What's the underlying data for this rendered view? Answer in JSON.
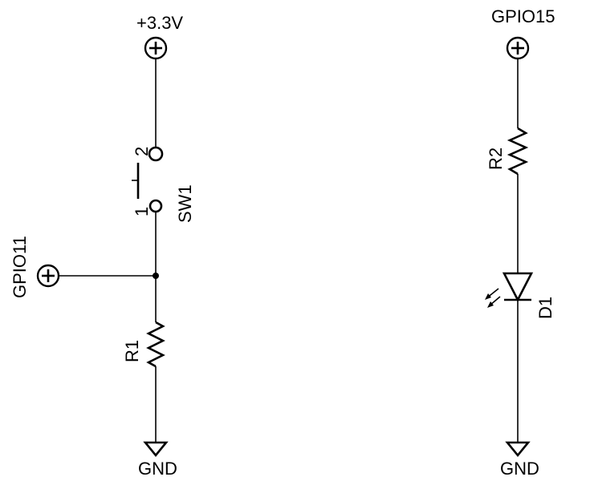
{
  "power": {
    "vcc_label": "+3.3V",
    "gpio15_label": "GPIO15",
    "gpio11_label": "GPIO11",
    "gnd_left_label": "GND",
    "gnd_right_label": "GND"
  },
  "switch": {
    "ref": "SW1",
    "pin1": "1",
    "pin2": "2"
  },
  "resistors": {
    "r1": "R1",
    "r2": "R2"
  },
  "led": {
    "ref": "D1"
  },
  "colors": {
    "ink": "#000000",
    "background": "#ffffff"
  }
}
